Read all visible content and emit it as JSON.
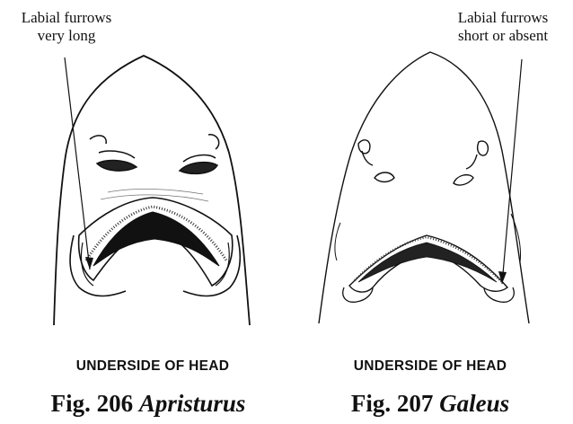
{
  "left": {
    "callout_line1": "Labial furrows",
    "callout_line2": "very long",
    "caption": "UNDERSIDE OF HEAD",
    "fig_number": "Fig. 206",
    "genus": "Apristurus"
  },
  "right": {
    "callout_line1": "Labial furrows",
    "callout_line2": "short or absent",
    "caption": "UNDERSIDE OF HEAD",
    "fig_number": "Fig. 207",
    "genus": "Galeus"
  }
}
